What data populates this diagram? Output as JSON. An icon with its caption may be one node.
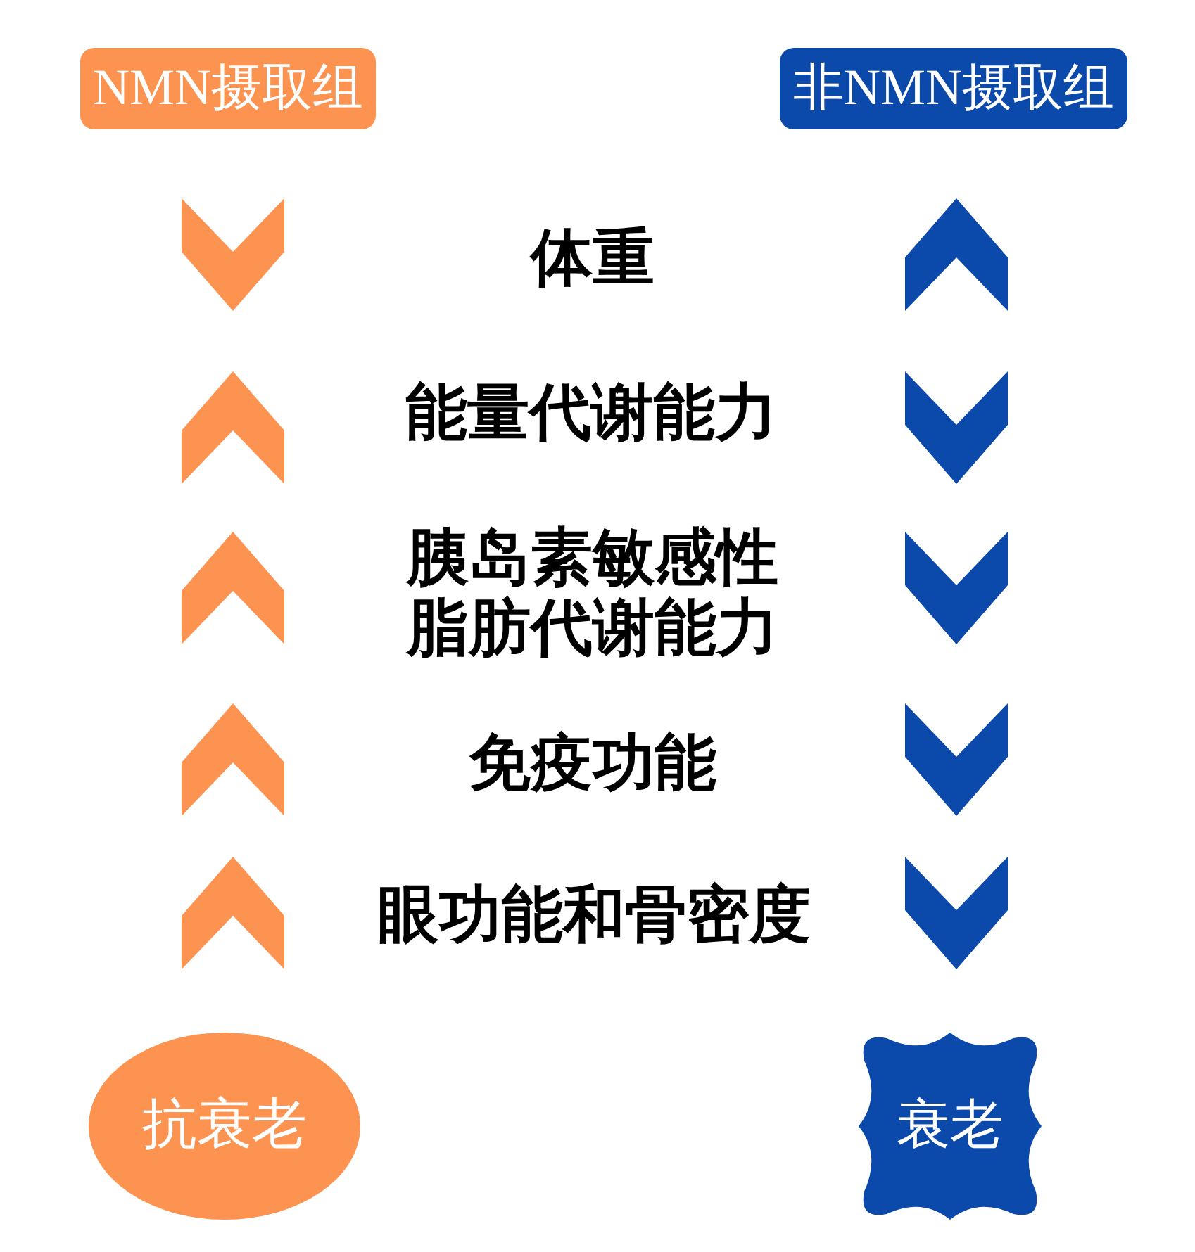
{
  "diagram": {
    "nodes": [
      {
        "text": [
          "NMN摄取组"
        ]
      },
      {
        "text": [
          "非NMN摄取组"
        ]
      },
      {
        "text": [
          "抗衰老"
        ]
      },
      {
        "text": [
          "衰老"
        ]
      }
    ],
    "labels": [
      "体重",
      "能量代谢能力",
      "胰岛素敏感性",
      "脂肪代谢能力",
      "免疫功能",
      "眼功能和骨密度"
    ]
  }
}
